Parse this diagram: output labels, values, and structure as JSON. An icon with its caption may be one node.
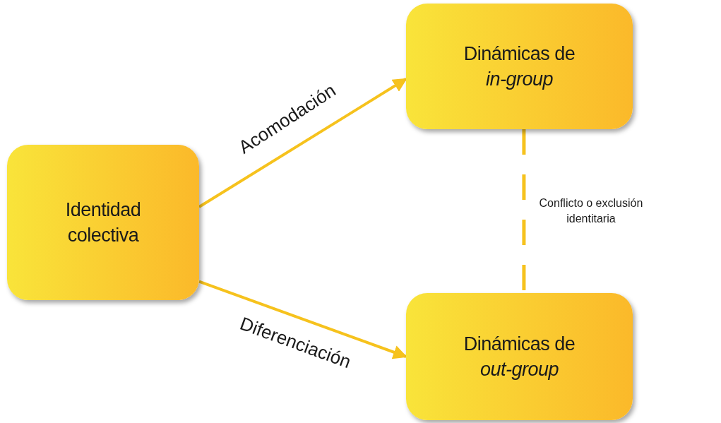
{
  "diagram": {
    "nodes": [
      {
        "text": [
          "Identidad colectiva"
        ]
      },
      {
        "text": [
          "Dinámicas de *in-group*"
        ]
      },
      {
        "text": [
          "Dinámicas de *out-group*"
        ]
      }
    ],
    "edges": [
      {
        "from": 0,
        "to": 1,
        "arrow": "to",
        "label": "Acomodación"
      },
      {
        "from": 0,
        "to": 2,
        "arrow": "to",
        "label": "Diferenciación"
      },
      {
        "from": 1,
        "to": 2,
        "arrow": "none",
        "style": "dashed",
        "label": "Conflicto o exclusión identitaria"
      }
    ]
  }
}
